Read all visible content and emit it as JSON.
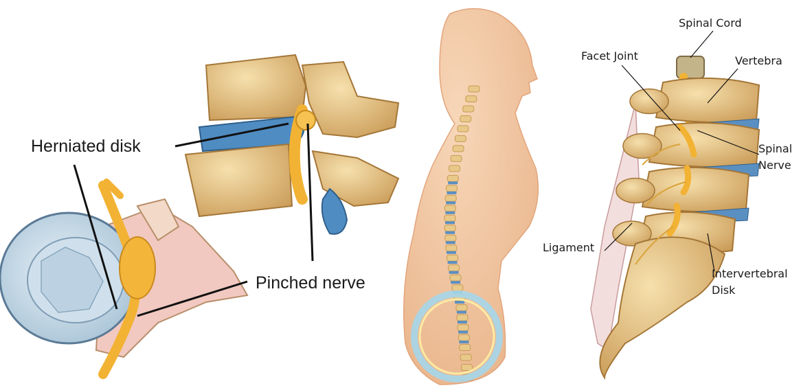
{
  "labels": {
    "herniated_disk": "Herniated disk",
    "pinched_nerve": "Pinched nerve",
    "spinal_cord": "Spinal Cord",
    "facet_joint": "Facet Joint",
    "vertebra": "Vertebra",
    "spinal_nerve_line1": "Spinal",
    "spinal_nerve_line2": "Nerve",
    "ligament": "Ligament",
    "intervertebral_line1": "Intervertebral",
    "intervertebral_line2": "Disk"
  },
  "colors": {
    "bone": "#e9c98a",
    "bone_shadow": "#c79a55",
    "disk_blue": "#5a8fc2",
    "nerve_yellow": "#f2b233",
    "skin": "#f3c9a4",
    "highlight_ring": "#9fd0e6"
  }
}
